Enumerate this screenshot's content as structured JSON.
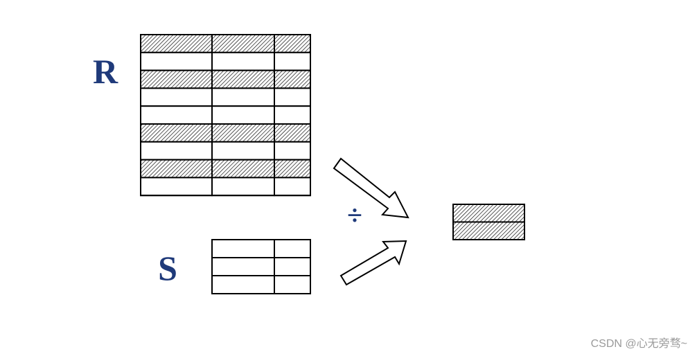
{
  "labels": {
    "relation_r": "R",
    "relation_s": "S",
    "operator": "÷"
  },
  "relation_r": {
    "row_count": 9,
    "column_count": 3,
    "hatched_rows": [
      0,
      2,
      5,
      7
    ]
  },
  "relation_s": {
    "row_count": 3,
    "column_count": 2,
    "hatched_rows": []
  },
  "result": {
    "row_count": 2,
    "column_count": 1,
    "hatched_rows": [
      0,
      1
    ]
  },
  "watermark": "CSDN @心无旁骛~",
  "colors": {
    "label": "#1f3a7a",
    "line": "#000000",
    "hatch": "#000000",
    "background": "#ffffff"
  },
  "icons": {
    "arrow_top": "arrow-down-right-icon",
    "arrow_bottom": "arrow-up-right-icon"
  }
}
